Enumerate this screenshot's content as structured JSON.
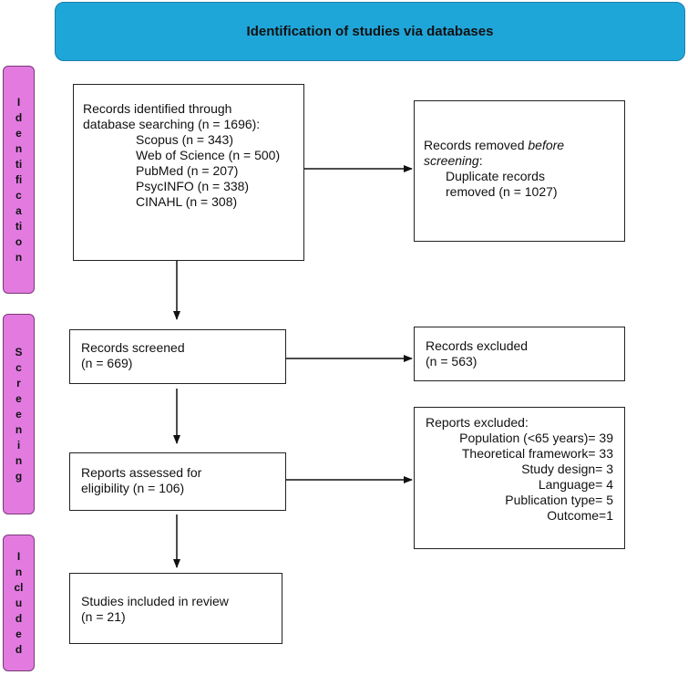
{
  "header": {
    "title": "Identification of studies via databases"
  },
  "phases": {
    "identification": "Identification",
    "screening": "Screening",
    "included": "Included"
  },
  "identified": {
    "line1": "Records identified through",
    "line2": "database searching (n = 1696):",
    "sources": [
      "Scopus (n = 343)",
      "Web of Science (n = 500)",
      "PubMed (n = 207)",
      "PsycINFO (n = 338)",
      "CINAHL (n = 308)"
    ]
  },
  "removed": {
    "line1_prefix": "Records removed ",
    "line1_italic": "before",
    "line2_italic": "screening",
    "line2_suffix": ":",
    "line3": "Duplicate records",
    "line4": "removed  (n = 1027)"
  },
  "screened": {
    "line1": "Records screened",
    "line2": "(n = 669)"
  },
  "excluded": {
    "line1": "Records excluded",
    "line2": "(n = 563)"
  },
  "assessed": {
    "line1": "Reports assessed for",
    "line2": "eligibility (n = 106)"
  },
  "reports_excluded": {
    "title": "Reports excluded:",
    "reasons": [
      "Population (<65 years)= 39",
      "Theoretical framework= 33",
      "Study design= 3",
      "Language= 4",
      "Publication type= 5",
      "Outcome=1"
    ]
  },
  "included_box": {
    "line1": "Studies included in review",
    "line2": "(n = 21)"
  }
}
